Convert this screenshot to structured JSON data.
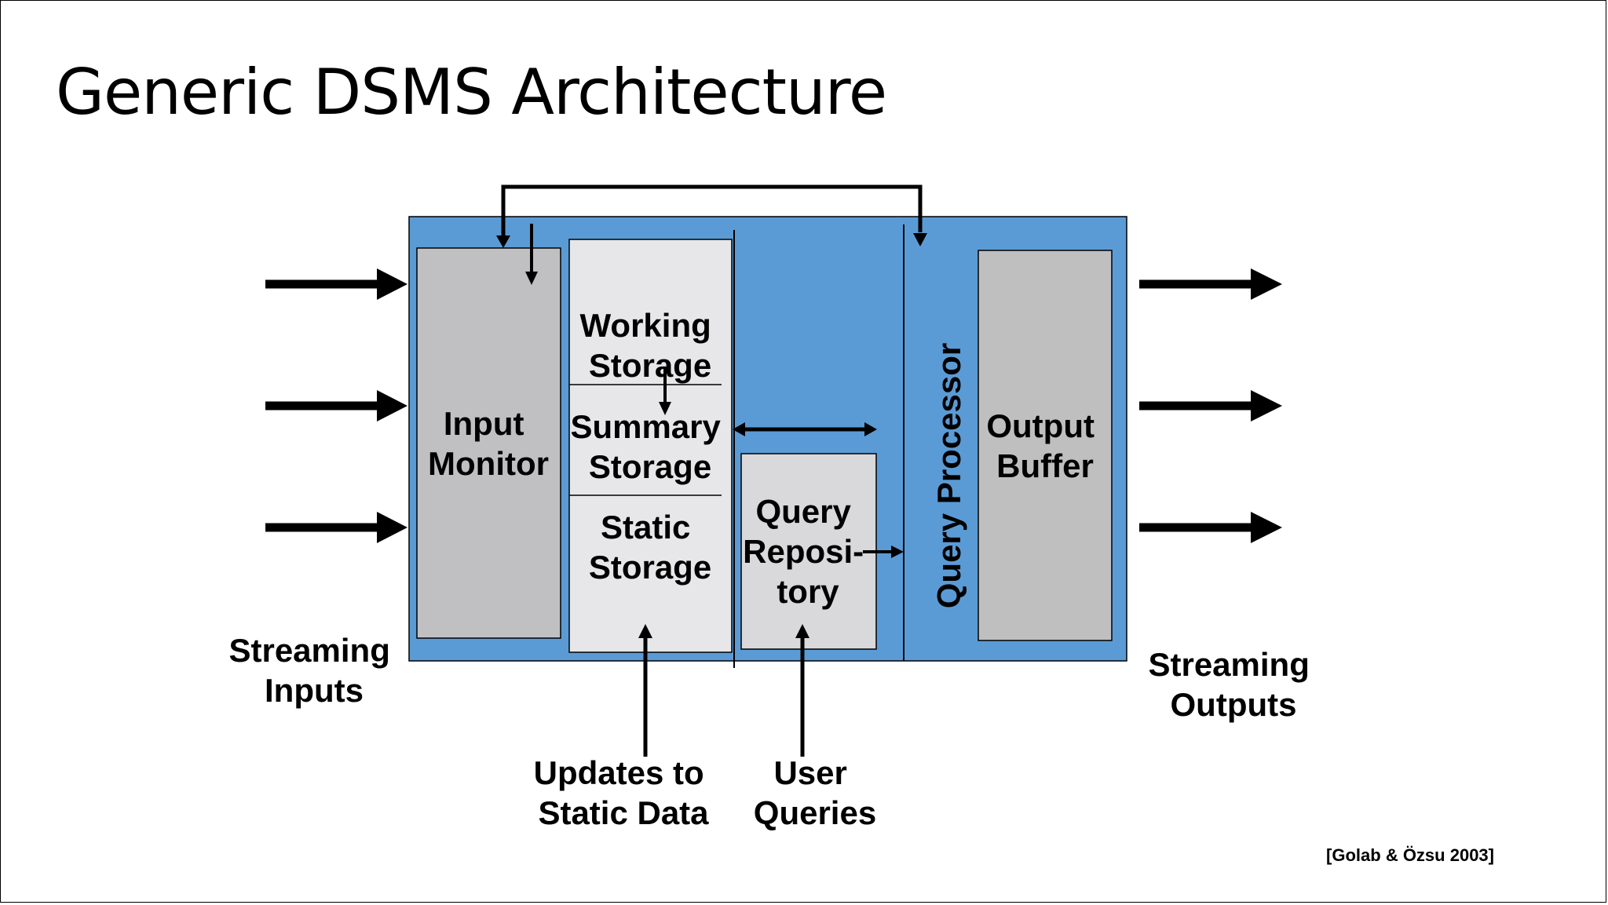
{
  "slide": {
    "title": "Generic DSMS Architecture",
    "citation": "[Golab & Özsu 2003]"
  },
  "components": {
    "input_monitor": [
      "Input",
      "Monitor"
    ],
    "working_storage": [
      "Working",
      "Storage"
    ],
    "summary_storage": [
      "Summary",
      "Storage"
    ],
    "static_storage": [
      "Static",
      "Storage"
    ],
    "query_repository": [
      "Query",
      "Reposi-",
      "tory"
    ],
    "query_processor": "Query Processor",
    "output_buffer": [
      "Output",
      "Buffer"
    ]
  },
  "external_labels": {
    "streaming_inputs": [
      "Streaming",
      "Inputs"
    ],
    "streaming_outputs": [
      "Streaming",
      "Outputs"
    ],
    "updates_static": [
      "Updates to",
      "Static Data"
    ],
    "user_queries": [
      "User",
      "Queries"
    ]
  },
  "colors": {
    "system_fill": "#5b9bd5",
    "input_monitor_fill": "#c0bfc1",
    "storage_fill": "#e7e7e9",
    "repository_fill": "#d9d8da",
    "output_buffer_fill": "#bfbfbf",
    "arrow": "#000000"
  }
}
